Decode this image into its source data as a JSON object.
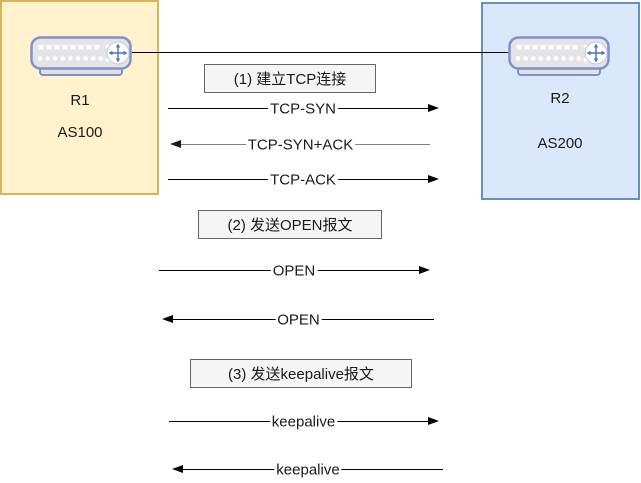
{
  "diagram": {
    "description_labels": {
      "protocol_left": "R1",
      "protocol_right": "R2"
    }
  },
  "nodes": {
    "r1": {
      "label": "R1",
      "as_label": "AS100",
      "fill": "#FFF2CC",
      "border": "#D6B656"
    },
    "r2": {
      "label": "R2",
      "as_label": "AS200",
      "fill": "#DAE8FC",
      "border": "#6C8EBF"
    }
  },
  "link": {
    "color": "#000000"
  },
  "callout_style": {
    "fill": "#F5F5F5",
    "border": "#666666"
  },
  "callouts": [
    {
      "label": "(1) 建立TCP连接"
    },
    {
      "label": "(2) 发送OPEN报文"
    },
    {
      "label": "(3) 发送keepalive报文"
    }
  ],
  "messages": [
    {
      "label": "TCP-SYN",
      "direction": "right",
      "line_color": "#000000",
      "head_color": "#000000"
    },
    {
      "label": "TCP-SYN+ACK",
      "direction": "left",
      "line_color": "#808080",
      "head_color": "#1A1A1A"
    },
    {
      "label": "TCP-ACK",
      "direction": "right",
      "line_color": "#000000",
      "head_color": "#000000"
    },
    {
      "label": "OPEN",
      "direction": "right",
      "line_color": "#000000",
      "head_color": "#000000"
    },
    {
      "label": "OPEN",
      "direction": "left",
      "line_color": "#000000",
      "head_color": "#000000"
    },
    {
      "label": "keepalive",
      "direction": "right",
      "line_color": "#000000",
      "head_color": "#000000"
    },
    {
      "label": "keepalive",
      "direction": "left",
      "line_color": "#000000",
      "head_color": "#000000"
    }
  ],
  "icons": {
    "router": "router-icon",
    "router_badge": "four-direction-arrows-icon"
  }
}
